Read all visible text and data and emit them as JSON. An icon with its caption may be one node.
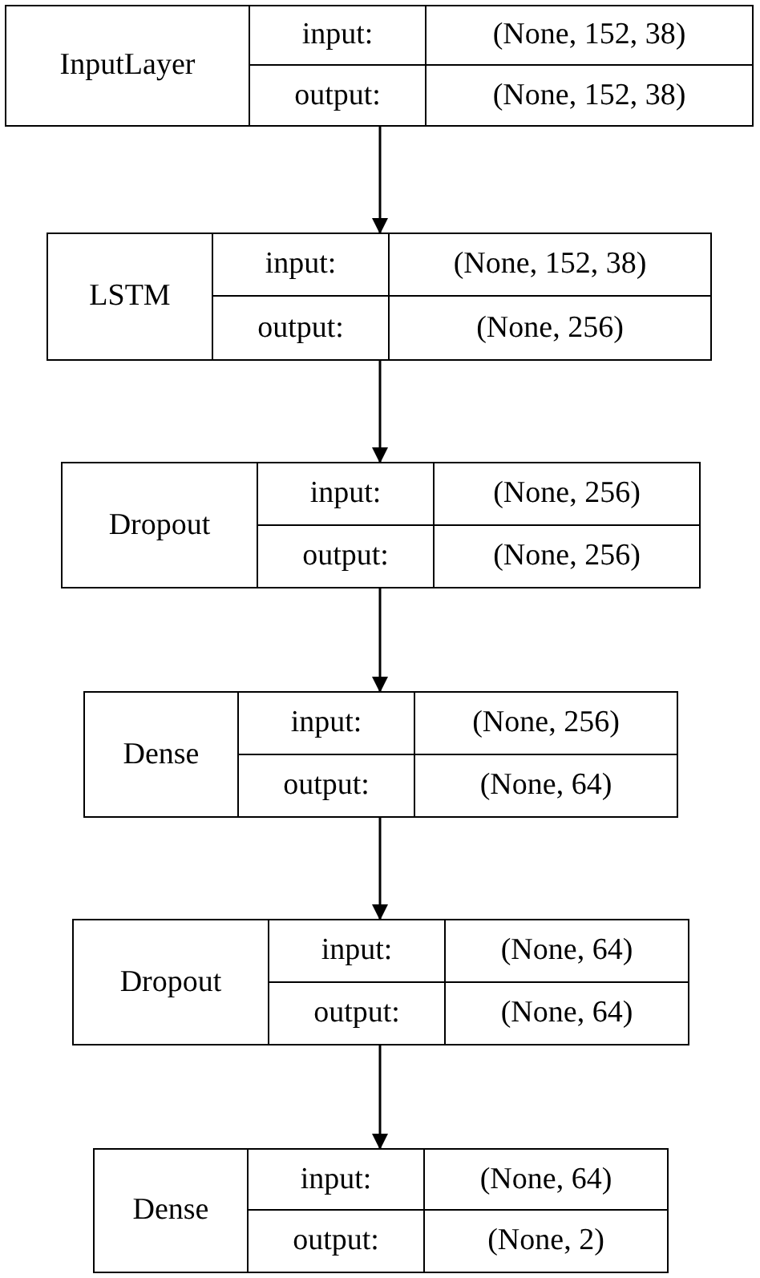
{
  "diagram": {
    "nodes": [
      {
        "text": [
          "InputLayer",
          "input:",
          "(None, 152, 38)",
          "output:",
          "(None, 152, 38)"
        ]
      },
      {
        "text": [
          "LSTM",
          "input:",
          "(None, 152, 38)",
          "output:",
          "(None, 256)"
        ]
      },
      {
        "text": [
          "Dropout",
          "input:",
          "(None, 256)",
          "output:",
          "(None, 256)"
        ]
      },
      {
        "text": [
          "Dense",
          "input:",
          "(None, 256)",
          "output:",
          "(None, 64)"
        ]
      },
      {
        "text": [
          "Dropout",
          "input:",
          "(None, 64)",
          "output:",
          "(None, 64)"
        ]
      },
      {
        "text": [
          "Dense",
          "input:",
          "(None, 64)",
          "output:",
          "(None, 2)"
        ]
      }
    ],
    "edges": [
      {
        "from": 0,
        "to": 1,
        "arrow": "to"
      },
      {
        "from": 1,
        "to": 2,
        "arrow": "to"
      },
      {
        "from": 2,
        "to": 3,
        "arrow": "to"
      },
      {
        "from": 3,
        "to": 4,
        "arrow": "to"
      },
      {
        "from": 4,
        "to": 5,
        "arrow": "to"
      }
    ]
  }
}
